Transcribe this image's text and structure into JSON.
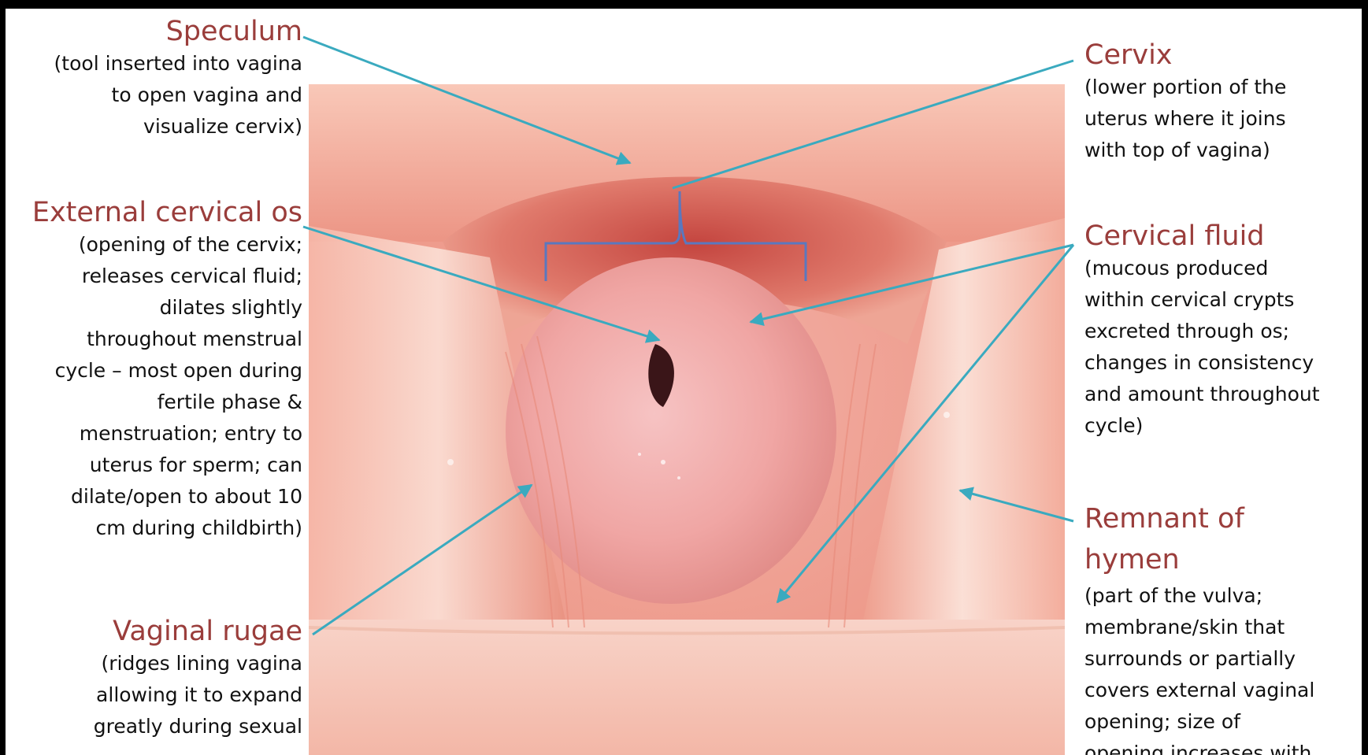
{
  "labels": {
    "speculum": {
      "title": "Speculum",
      "desc": "(tool inserted into vagina\nto open vagina and\nvisualize cervix)"
    },
    "external_os": {
      "title": "External cervical os",
      "desc": "(opening of the cervix;\nreleases cervical fluid;\ndilates slightly\nthroughout menstrual\ncycle – most open during\nfertile phase &\nmenstruation; entry to\nuterus for sperm; can\ndilate/open to about 10\ncm during childbirth)"
    },
    "vaginal_rugae": {
      "title": "Vaginal rugae",
      "desc": "(ridges lining vagina\nallowing it to expand\ngreatly during sexual"
    },
    "cervix": {
      "title": "Cervix",
      "desc": "(lower portion of the\nuterus where it joins\nwith top of vagina)"
    },
    "cervical_fluid": {
      "title": "Cervical fluid",
      "desc": "(mucous produced\nwithin cervical crypts\nexcreted through os;\nchanges in consistency\nand amount throughout\ncycle)"
    },
    "hymen_remnant": {
      "title": "Remnant of\nhymen",
      "desc": "(part of the vulva;\nmembrane/skin that\nsurrounds or partially\ncovers external vaginal\nopening; size of\nopening increases with"
    }
  },
  "colors": {
    "title": "#9a3d3b",
    "arrow": "#3aaabf",
    "bracket": "#5a78bf",
    "background": "#ffffff",
    "border": "#000000"
  }
}
